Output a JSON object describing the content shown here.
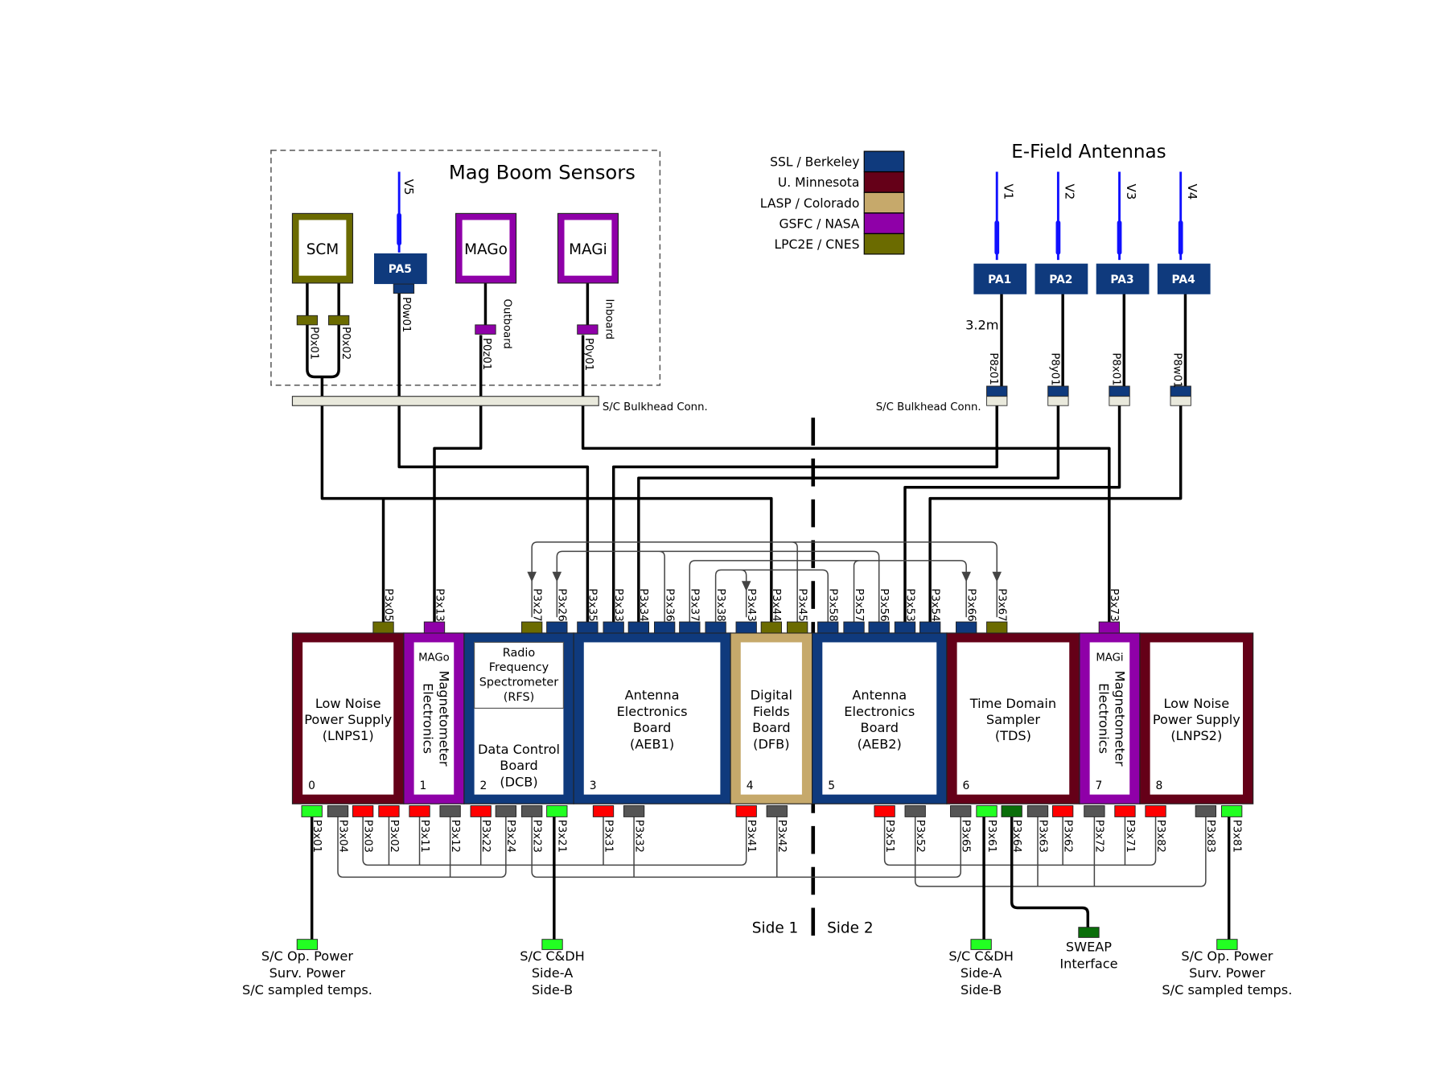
{
  "colors": {
    "ssl": "#0f3a7d",
    "umn": "#650018",
    "lasp": "#c6a96b",
    "gsfc": "#8f00a8",
    "lpc2e": "#6b6b00",
    "power": "#22ff22",
    "ground": "#555555",
    "red": "#ff0000",
    "sweap": "#0a6e0a",
    "antenna": "#1010ff",
    "bulkhead": "#e9e9dc"
  },
  "legend": [
    {
      "label": "SSL / Berkeley",
      "color": "ssl"
    },
    {
      "label": "U. Minnesota",
      "color": "umn"
    },
    {
      "label": "LASP / Colorado",
      "color": "lasp"
    },
    {
      "label": "GSFC / NASA",
      "color": "gsfc"
    },
    {
      "label": "LPC2E / CNES",
      "color": "lpc2e"
    }
  ],
  "mag_boom": {
    "title": "Mag Boom Sensors",
    "scm": "SCM",
    "mago": "MAGo",
    "magi": "MAGi",
    "pa5": "PA5",
    "v5": "V5",
    "connectors": [
      "P0x01",
      "P0x02",
      "P0w01",
      "P0z01",
      "P0y01"
    ],
    "outboard": "Outboard",
    "inboard": "Inboard",
    "bulkhead": "S/C Bulkhead Conn."
  },
  "efield": {
    "title": "E-Field Antennas",
    "antennas": [
      {
        "v": "V1",
        "pa": "PA1",
        "conn": "P8z01"
      },
      {
        "v": "V2",
        "pa": "PA2",
        "conn": "P8y01"
      },
      {
        "v": "V3",
        "pa": "PA3",
        "conn": "P8x01"
      },
      {
        "v": "V4",
        "pa": "PA4",
        "conn": "P8w01"
      }
    ],
    "length": "3.2m",
    "bulkhead": "S/C Bulkhead Conn."
  },
  "boards": [
    {
      "num": "0",
      "color": "umn",
      "lines": [
        "Low Noise",
        "Power Supply",
        "(LNPS1)"
      ]
    },
    {
      "num": "1",
      "color": "gsfc",
      "tag": "MAGo",
      "rotated": [
        "Magnetometer",
        "Electronics"
      ]
    },
    {
      "num": "2",
      "color": "ssl",
      "top_lines": [
        "Radio",
        "Frequency",
        "Spectrometer",
        "(RFS)"
      ],
      "lines": [
        "Data Control",
        "Board",
        "(DCB)"
      ]
    },
    {
      "num": "3",
      "color": "ssl",
      "lines": [
        "Antenna",
        "Electronics",
        "Board",
        "(AEB1)"
      ]
    },
    {
      "num": "4",
      "color": "lasp",
      "lines": [
        "Digital",
        "Fields",
        "Board",
        "(DFB)"
      ]
    },
    {
      "num": "5",
      "color": "ssl",
      "lines": [
        "Antenna",
        "Electronics",
        "Board",
        "(AEB2)"
      ]
    },
    {
      "num": "6",
      "color": "umn",
      "lines": [
        "Time Domain",
        "Sampler",
        "(TDS)"
      ]
    },
    {
      "num": "7",
      "color": "gsfc",
      "tag": "MAGi",
      "rotated": [
        "Magnetometer",
        "Electronics"
      ]
    },
    {
      "num": "8",
      "color": "umn",
      "lines": [
        "Low Noise",
        "Power Supply",
        "(LNPS2)"
      ]
    }
  ],
  "top_connectors": [
    {
      "label": "P3x05",
      "color": "lpc2e"
    },
    {
      "label": "P3x13",
      "color": "gsfc"
    },
    {
      "label": "P3x27",
      "color": "lpc2e"
    },
    {
      "label": "P3x26",
      "color": "ssl"
    },
    {
      "label": "P3x35",
      "color": "ssl"
    },
    {
      "label": "P3x33",
      "color": "ssl"
    },
    {
      "label": "P3x34",
      "color": "ssl"
    },
    {
      "label": "P3x36",
      "color": "ssl"
    },
    {
      "label": "P3x37",
      "color": "ssl"
    },
    {
      "label": "P3x38",
      "color": "ssl"
    },
    {
      "label": "P3x43",
      "color": "ssl"
    },
    {
      "label": "P3x44",
      "color": "lpc2e"
    },
    {
      "label": "P3x45",
      "color": "lpc2e"
    },
    {
      "label": "P3x58",
      "color": "ssl"
    },
    {
      "label": "P3x57",
      "color": "ssl"
    },
    {
      "label": "P3x56",
      "color": "ssl"
    },
    {
      "label": "P3x53",
      "color": "ssl"
    },
    {
      "label": "P3x54",
      "color": "ssl"
    },
    {
      "label": "P3x66",
      "color": "ssl"
    },
    {
      "label": "P3x67",
      "color": "lpc2e"
    },
    {
      "label": "P3x73",
      "color": "gsfc"
    }
  ],
  "bottom_connectors": [
    {
      "label": "P3x01",
      "color": "power"
    },
    {
      "label": "P3x04",
      "color": "ground"
    },
    {
      "label": "P3x03",
      "color": "red"
    },
    {
      "label": "P3x02",
      "color": "red"
    },
    {
      "label": "P3x11",
      "color": "red"
    },
    {
      "label": "P3x12",
      "color": "ground"
    },
    {
      "label": "P3x22",
      "color": "red"
    },
    {
      "label": "P3x24",
      "color": "ground"
    },
    {
      "label": "P3x23",
      "color": "ground"
    },
    {
      "label": "P3x21",
      "color": "power"
    },
    {
      "label": "P3x31",
      "color": "red"
    },
    {
      "label": "P3x32",
      "color": "ground"
    },
    {
      "label": "P3x41",
      "color": "red"
    },
    {
      "label": "P3x42",
      "color": "ground"
    },
    {
      "label": "P3x51",
      "color": "red"
    },
    {
      "label": "P3x52",
      "color": "ground"
    },
    {
      "label": "P3x65",
      "color": "ground"
    },
    {
      "label": "P3x61",
      "color": "power"
    },
    {
      "label": "P3x64",
      "color": "sweap"
    },
    {
      "label": "P3x63",
      "color": "ground"
    },
    {
      "label": "P3x62",
      "color": "red"
    },
    {
      "label": "P3x72",
      "color": "ground"
    },
    {
      "label": "P3x71",
      "color": "red"
    },
    {
      "label": "P3x82",
      "color": "red"
    },
    {
      "label": "P3x83",
      "color": "ground"
    },
    {
      "label": "P3x81",
      "color": "power"
    }
  ],
  "endpoints": [
    {
      "lines": [
        "S/C Op. Power",
        "Surv. Power",
        "S/C sampled temps."
      ],
      "color": "power"
    },
    {
      "lines": [
        "S/C C&DH",
        "Side-A",
        "Side-B"
      ],
      "color": "power"
    },
    {
      "lines": [
        "S/C C&DH",
        "Side-A",
        "Side-B"
      ],
      "color": "power"
    },
    {
      "lines": [
        "SWEAP",
        "Interface"
      ],
      "color": "sweap"
    },
    {
      "lines": [
        "S/C Op. Power",
        "Surv. Power",
        "S/C sampled temps."
      ],
      "color": "power"
    }
  ],
  "sides": {
    "left": "Side 1",
    "right": "Side 2"
  }
}
